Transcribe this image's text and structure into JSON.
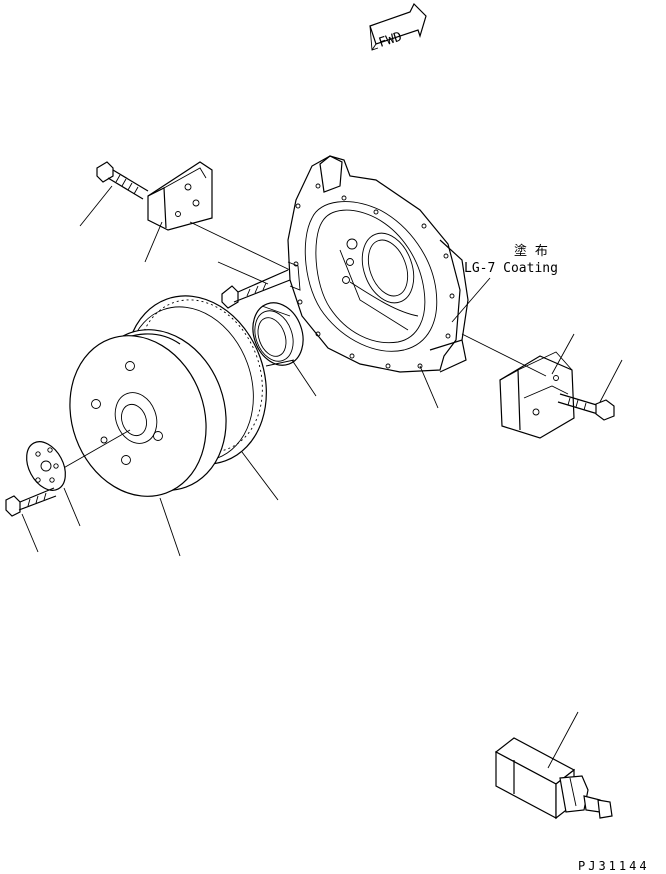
{
  "fwd_label": "FWD",
  "coating_label_jp": "塗 布",
  "coating_label_en": "LG-7 Coating",
  "drawing_number": "PJ31144"
}
